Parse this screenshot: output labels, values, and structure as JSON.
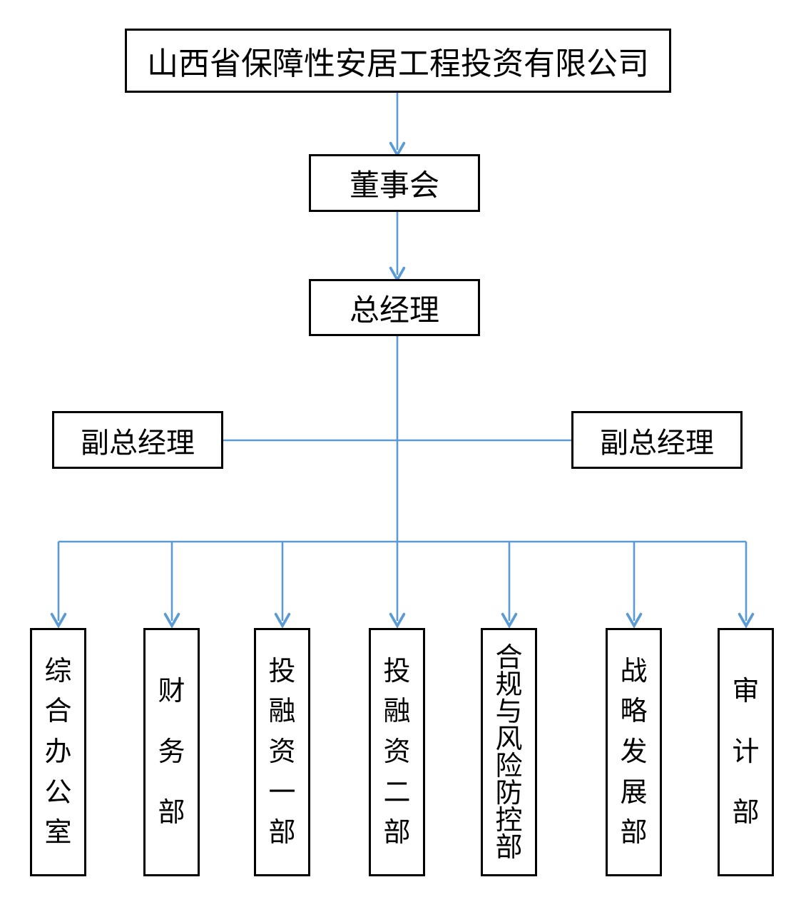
{
  "colors": {
    "connector": "#5b9bd5",
    "box_border": "#000000",
    "background": "#ffffff",
    "text": "#000000"
  },
  "org_chart": {
    "company": {
      "label": "山西省保障性安居工程投资有限公司"
    },
    "board": {
      "label": "董事会"
    },
    "general_manager": {
      "label": "总经理"
    },
    "deputy_general_managers": [
      {
        "label": "副总经理"
      },
      {
        "label": "副总经理"
      }
    ],
    "departments": [
      {
        "label": "综合办公室"
      },
      {
        "label": "财务部"
      },
      {
        "label": "投融资一部"
      },
      {
        "label": "投融资二部"
      },
      {
        "label": "合规与风险防控部"
      },
      {
        "label": "战略发展部"
      },
      {
        "label": "审计部"
      }
    ]
  }
}
